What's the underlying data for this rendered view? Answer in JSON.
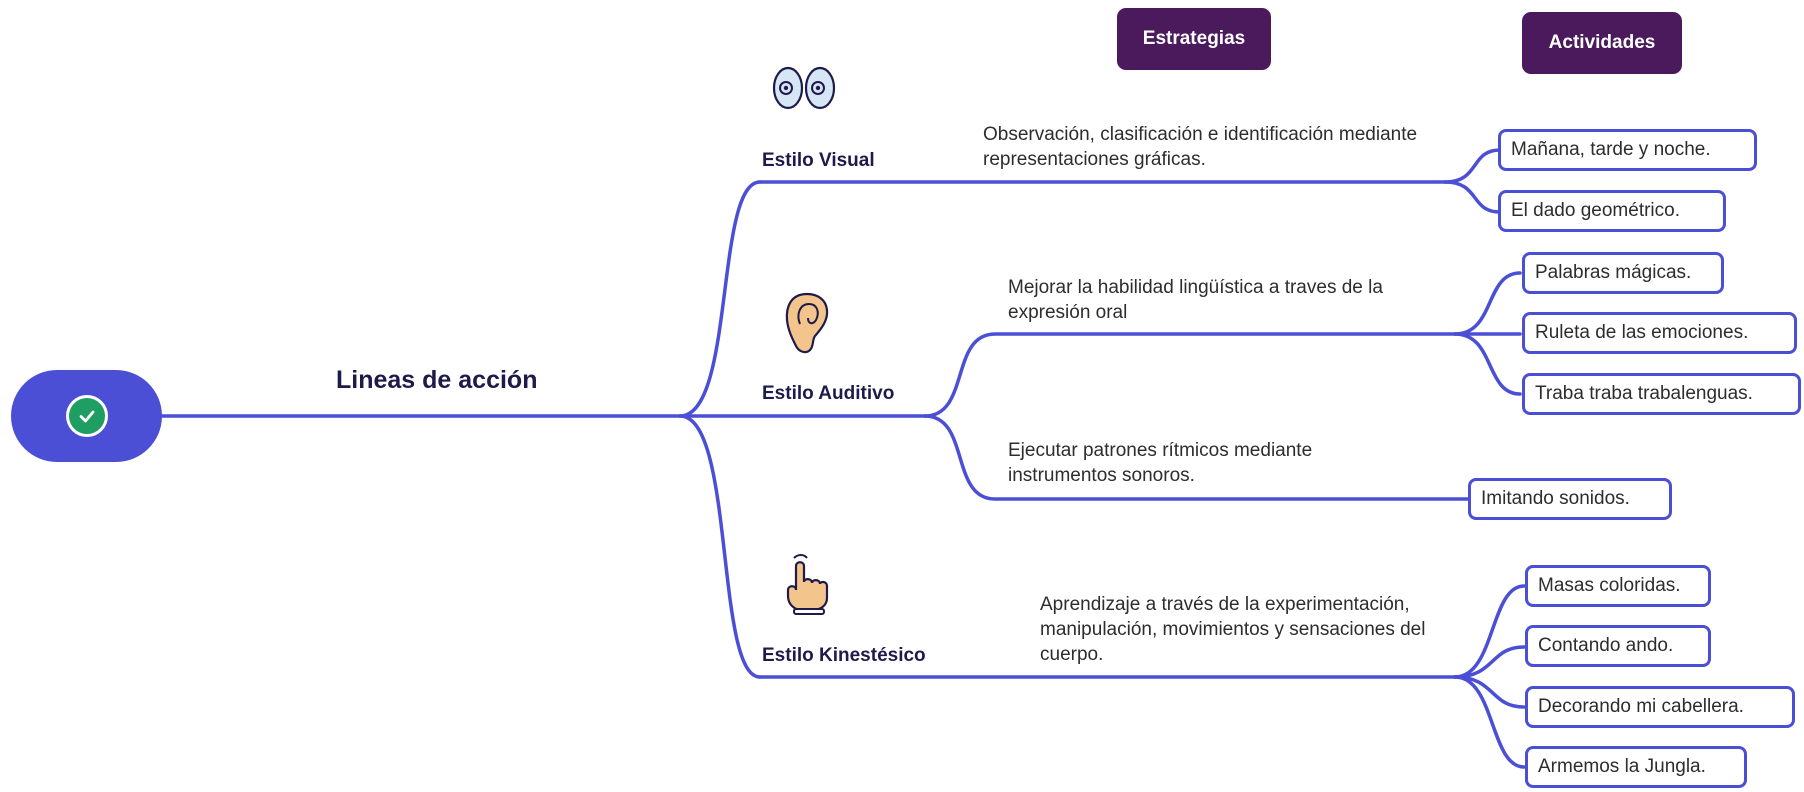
{
  "root": {
    "label": "Lineas de acción",
    "icon": "check-circle-icon"
  },
  "headers": {
    "strategies": "Estrategias",
    "activities": "Actividades"
  },
  "colors": {
    "line": "#4a4fd6",
    "header_bg": "#4a1a5c",
    "check": "#1f9e63"
  },
  "styles": [
    {
      "label": "Estilo Visual",
      "icon": "eyes-icon",
      "strategies": [
        {
          "text": "Observación, clasificación  e identificación mediante representaciones gráficas.",
          "activities": [
            "Mañana, tarde y noche.",
            "El dado geométrico."
          ]
        }
      ]
    },
    {
      "label": "Estilo Auditivo",
      "icon": "ear-icon",
      "strategies": [
        {
          "text": "Mejorar la habilidad lingüística a traves de la expresión oral",
          "activities": [
            "Palabras mágicas.",
            "Ruleta de las emociones.",
            "Traba traba trabalenguas."
          ]
        },
        {
          "text": "Ejecutar patrones rítmicos mediante instrumentos sonoros.",
          "activities": [
            "Imitando sonidos."
          ]
        }
      ]
    },
    {
      "label": "Estilo Kinestésico",
      "icon": "pointing-hand-icon",
      "strategies": [
        {
          "text": "Aprendizaje a través de la experimentación, manipulación, movimientos y sensaciones del cuerpo.",
          "activities": [
            "Masas coloridas.",
            "Contando ando.",
            "Decorando mi cabellera.",
            "Armemos la Jungla."
          ]
        }
      ]
    }
  ]
}
